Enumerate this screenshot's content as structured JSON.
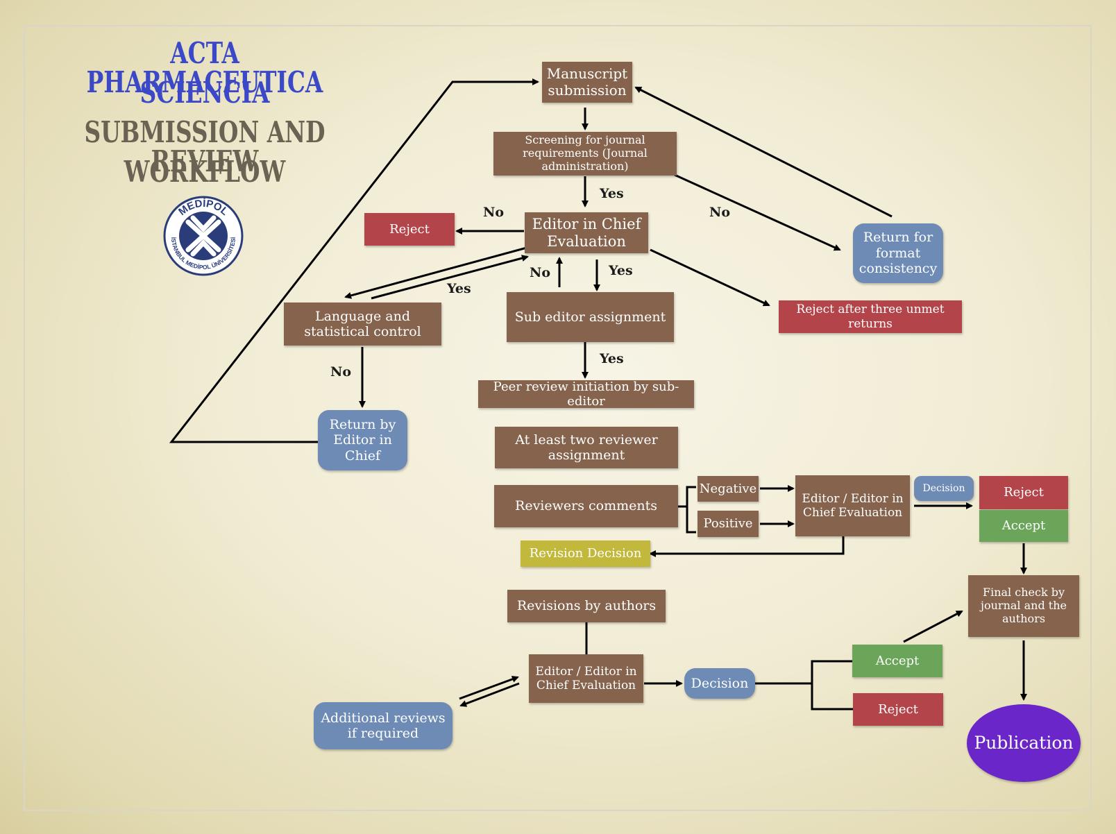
{
  "title": {
    "line1": "ACTA PHARMACEUTICA",
    "line2": "SCIENCIA",
    "line3": "SUBMISSION AND REVIEW",
    "line4": "WORKFLOW"
  },
  "logo": {
    "top_text": "MEDİPOL",
    "ring_text": "İSTANBUL MEDİPOL ÜNİVERSİTESİ"
  },
  "nodes": {
    "manuscript": "Manuscript submission",
    "screening": "Screening for journal requirements (Journal administration)",
    "editor_chief": "Editor in Chief Evaluation",
    "reject1": "Reject",
    "return_format": "Return for format consistency",
    "language": "Language and statistical control",
    "sub_editor": "Sub editor assignment",
    "reject_three": "Reject after three unmet returns",
    "return_editor": "Return by Editor in Chief",
    "peer_review": "Peer review initiation by sub-editor",
    "two_reviewers": "At least two reviewer assignment",
    "reviewers_comments": "Reviewers comments",
    "negative": "Negative",
    "positive": "Positive",
    "editor_eval2": "Editor / Editor in Chief Evaluation",
    "decision1": "Decision",
    "reject2": "Reject",
    "accept1": "Accept",
    "revision_decision": "Revision Decision",
    "revisions_authors": "Revisions by authors",
    "final_check": "Final check by journal and the authors",
    "editor_eval3": "Editor / Editor in Chief Evaluation",
    "decision2": "Decision",
    "additional_reviews": "Additional reviews if required",
    "accept2": "Accept",
    "reject3": "Reject",
    "publication": "Publication"
  },
  "edge_labels": {
    "screening_yes": "Yes",
    "screening_no": "No",
    "chief_no_reject": "No",
    "language_yes": "Yes",
    "sub_no": "No",
    "sub_yes": "Yes",
    "language_no": "No",
    "peer_yes": "Yes"
  },
  "colors": {
    "process": "#86634c",
    "reject": "#b3454a",
    "accept": "#6aa55a",
    "return": "#6d8bb4",
    "revision": "#c2b83b",
    "publication": "#6b26c9",
    "title_blue": "#3b49c8",
    "title_gray": "#6a6354"
  }
}
